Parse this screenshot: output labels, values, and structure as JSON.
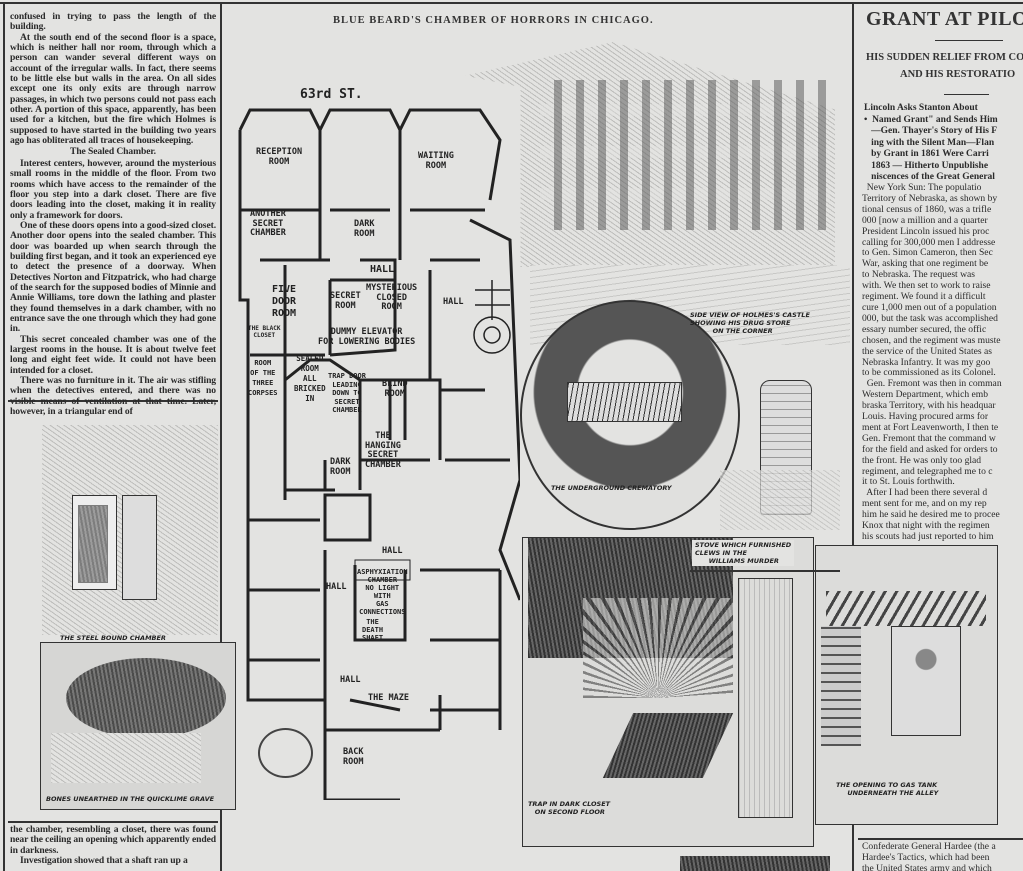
{
  "left_column": {
    "top_paragraphs": [
      "confused in trying to pass the length of the building.",
      "At the south end of the second floor is a space, which is neither hall nor room, through which a person can wander several different ways on account of the irregular walls. In fact, there seems to be little else but walls in the area. On all sides except one its only exits are through narrow passages, in which two persons could not pass each other. A portion of this space, apparently, has been used for a kitchen, but the fire which Holmes is supposed to have started in the building two years ago has obliterated all traces of housekeeping."
    ],
    "subhead": "The Sealed Chamber.",
    "paragraphs": [
      "Interest centers, however, around the mysterious small rooms in the middle of the floor. From two rooms which have access to the remainder of the floor you step into a dark closet. There are five doors leading into the closet, making it in reality only a framework for doors.",
      "One of these doors opens into a good-sized closet. Another door opens into the sealed chamber. This door was boarded up when search through the building first began, and it took an experienced eye to detect the presence of a doorway. When Detectives Norton and Fitzpatrick, who had charge of the search for the supposed bodies of Minnie and Annie Williams, tore down the lathing and plaster they found themselves in a dark chamber, with no entrance save the one through which they had gone in.",
      "This secret concealed chamber was one of the largest rooms in the house. It is about twelve feet long and eight feet wide. It could not have been intended for a closet.",
      "There was no furniture in it. The air was stifling when the detectives entered, and there was no visible means of ventilation at that time. Later, however, in a triangular end of"
    ],
    "bottom_paragraphs": [
      "the chamber, resembling a closet, there was found near the ceiling an opening which apparently ended in darkness.",
      "Investigation showed that a shaft ran up a"
    ]
  },
  "feature": {
    "headline": "BLUE BEARD'S CHAMBER OF HORRORS IN CHICAGO.",
    "floor_plan": {
      "street": "63rd ST.",
      "rooms": [
        "RECEPTION\nROOM",
        "WAITING\nROOM",
        "ANOTHER\nSECRET\nCHAMBER",
        "DARK\nROOM",
        "HALL",
        "FIVE\nDOOR\nROOM",
        "SECRET\nROOM",
        "MYSTERIOUS\nCLOSED\nROOM",
        "HALL",
        "THE BLACK\nCLOSET",
        "DUMMY ELEVATOR\nFOR LOWERING BODIES",
        "ROOM\nOF THE\nTHREE\nCORPSES",
        "SEALED\nROOM\nALL\nBRICKED\nIN",
        "TRAP DOOR\nLEADING\nDOWN TO\nSECRET\nCHAMBER",
        "BLIND\nROOM",
        "THE\nHANGING\nSECRET\nCHAMBER",
        "DARK\nROOM",
        "HALL",
        "HALL",
        "ASPHYXIATION\nCHAMBER\nNO LIGHT\nWITH\nGAS\nCONNECTIONS",
        "THE\nDEATH\nSHAFT",
        "HALL",
        "THE MAZE",
        "BACK\nROOM"
      ]
    },
    "captions": {
      "castle": "SIDE VIEW OF HOLMES'S CASTLE\nSHOWING HIS DRUG STORE\n          ON THE CORNER",
      "crematory": "THE UNDERGROUND CREMATORY",
      "stove": "STOVE WHICH FURNISHED\nCLEWS IN THE\n      WILLIAMS MURDER",
      "steel": "THE STEEL BOUND CHAMBER",
      "bones": "BONES UNEARTHED IN THE QUICKLIME GRAVE",
      "trap": "TRAP IN DARK CLOSET\n   ON SECOND FLOOR",
      "gas": "THE OPENING TO GAS TANK\n     UNDERNEATH THE ALLEY"
    }
  },
  "right_column": {
    "headline": "GRANT AT PILOT K",
    "subhead_lines": [
      "HIS SUDDEN RELIEF FROM CO",
      "AND HIS RESTORATIO"
    ],
    "deck_lines": [
      "Lincoln Asks Stanton About",
      "•  Named Grant\" and Sends Him",
      "   —Gen. Thayer's Story of His F",
      "   ing with the Silent Man—Flan",
      "   by Grant in 1861 Were Carri",
      "   1863 — Hitherto Unpublishe",
      "   niscences of the Great General"
    ],
    "body_lines": [
      "  New York Sun: The populatio",
      "Territory of Nebraska, as shown by",
      "tional census of 1860, was a trifle",
      "000 [now a million and a quarter",
      "President Lincoln issued his proc",
      "calling for 300,000 men I addresse",
      "to Gen. Simon Cameron, then Sec",
      "War, asking that one regiment be",
      "to Nebraska. The request was",
      "with. We then set to work to raise",
      "regiment. We found it a difficult",
      "cure 1,000 men out of a population",
      "000, but the task was accomplished",
      "essary number secured, the offic",
      "chosen, and the regiment was muste",
      "the service of the United States as",
      "Nebraska Infantry. It was my goo",
      "to be commissioned as its Colonel.",
      "  Gen. Fremont was then in comman",
      "Western Department, which emb",
      "braska Territory, with his headquar",
      "Louis. Having procured arms for",
      "ment at Fort Leavenworth, I then te",
      "Gen. Fremont that the command w",
      "for the field and asked for orders to",
      "the front. He was only too glad",
      "regiment, and telegraphed me to c",
      "it to St. Louis forthwith.",
      "  After I had been there several d",
      "ment sent for me, and on my rep",
      "him he said he desired me to procee",
      "Knox that night with the regimen",
      "his scouts had just reported to him"
    ],
    "bottom_lines": [
      "Confederate General Hardee (the a",
      "Hardee's Tactics, which had been",
      "the United States army and which"
    ]
  }
}
